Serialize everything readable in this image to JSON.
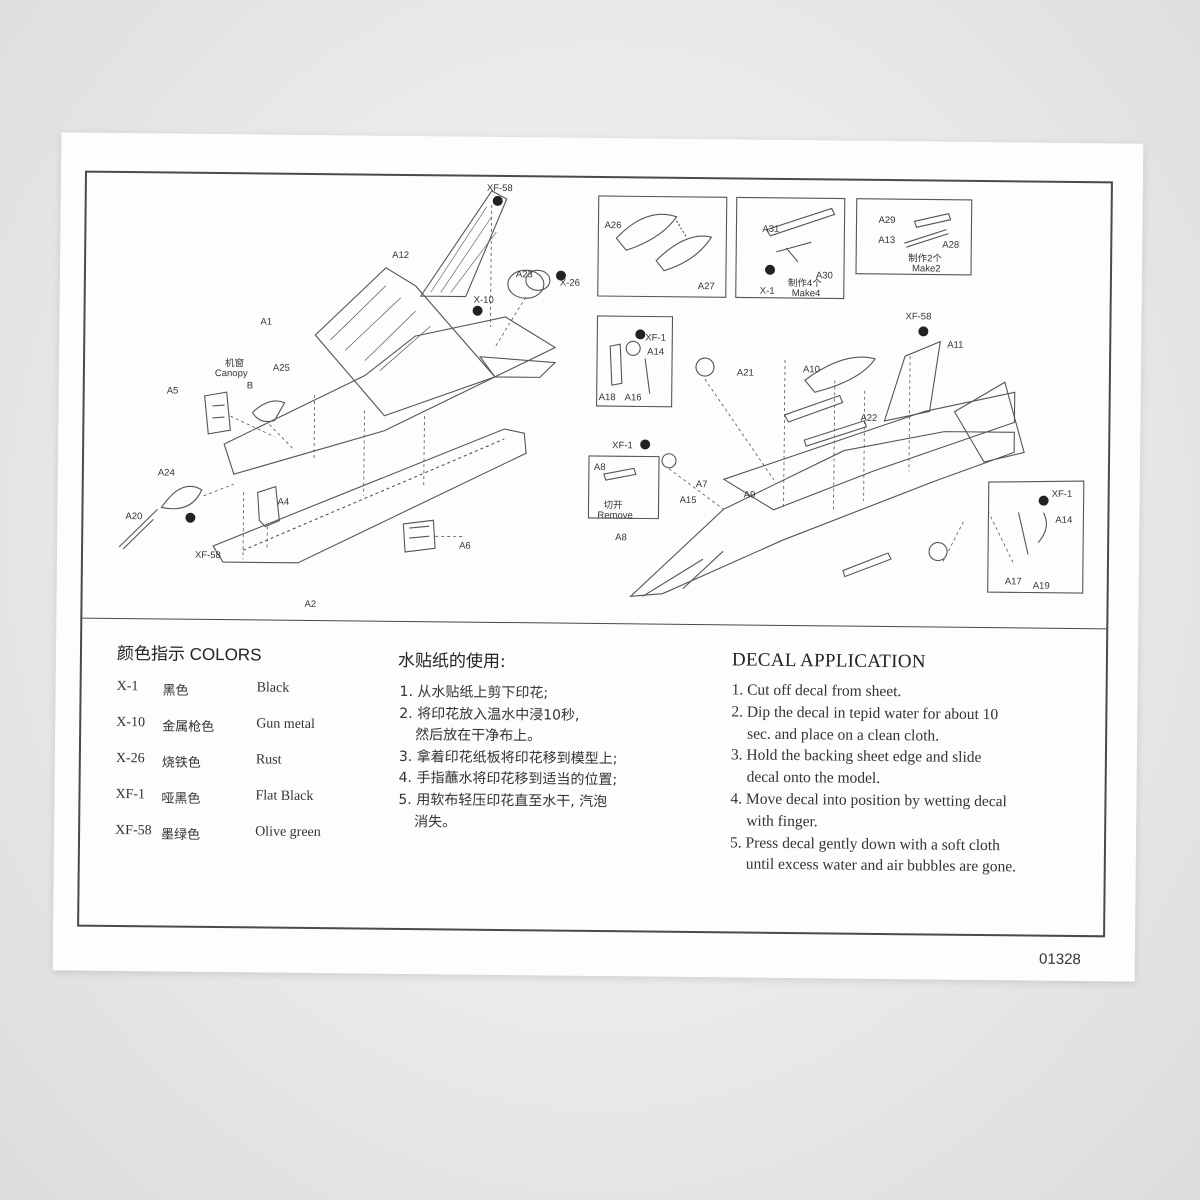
{
  "diagram_labels": {
    "xf58_a": "XF-58",
    "a12": "A12",
    "a23": "A23",
    "x26": "X-26",
    "x10": "X-10",
    "a1": "A1",
    "canopy_cn": "机窗",
    "canopy_en": "Canopy",
    "b": "B",
    "a25": "A25",
    "a5": "A5",
    "a24": "A24",
    "a20": "A20",
    "xf58_b": "XF-58",
    "a4": "A4",
    "a6": "A6",
    "a2": "A2",
    "a26": "A26",
    "a27": "A27",
    "a31": "A31",
    "a30": "A30",
    "x1": "X-1",
    "make4_cn": "制作4个",
    "make4_en": "Make4",
    "a29": "A29",
    "a13": "A13",
    "a28": "A28",
    "make2_cn": "制作2个",
    "make2_en": "Make2",
    "xf58_c": "XF-58",
    "a11": "A11",
    "xf1_a": "XF-1",
    "a14_a": "A14",
    "a18": "A18",
    "a16": "A16",
    "a21": "A21",
    "a10": "A10",
    "a22": "A22",
    "xf1_b": "XF-1",
    "a8_a": "A8",
    "remove_cn": "切开",
    "remove_en": "Remove",
    "a15": "A15",
    "a7": "A7",
    "a9": "A9",
    "a8_b": "A8",
    "xf1_c": "XF-1",
    "a14_b": "A14",
    "a17": "A17",
    "a19": "A19"
  },
  "colors": {
    "title_cn": "颜色指示",
    "title_en": "COLORS",
    "items": [
      {
        "code": "X-1",
        "cn": "黑色",
        "en": "Black"
      },
      {
        "code": "X-10",
        "cn": "金属枪色",
        "en": "Gun metal"
      },
      {
        "code": "X-26",
        "cn": "烧铁色",
        "en": "Rust"
      },
      {
        "code": "XF-1",
        "cn": "哑黑色",
        "en": "Flat Black"
      },
      {
        "code": "XF-58",
        "cn": "墨绿色",
        "en": "Olive green"
      }
    ]
  },
  "water_decal": {
    "title": "水贴纸的使用:",
    "steps": [
      "1. 从水贴纸上剪下印花;",
      "2. 将印花放入温水中浸10秒,",
      "然后放在干净布上。",
      "3. 拿着印花纸板将印花移到模型上;",
      "4. 手指蘸水将印花移到适当的位置;",
      "5. 用软布轻压印花直至水干, 汽泡",
      "消失。"
    ]
  },
  "decal_application": {
    "title": "DECAL APPLICATION",
    "steps": [
      "1. Cut off decal from sheet.",
      "2. Dip the decal in tepid water for about 10",
      "sec. and place on a clean cloth.",
      "3. Hold the backing sheet edge and slide",
      "decal onto the model.",
      "4. Move decal into position by wetting decal",
      "with finger.",
      "5. Press decal gently down with a soft cloth",
      "until excess water and air bubbles are gone."
    ]
  },
  "document_code": "01328"
}
